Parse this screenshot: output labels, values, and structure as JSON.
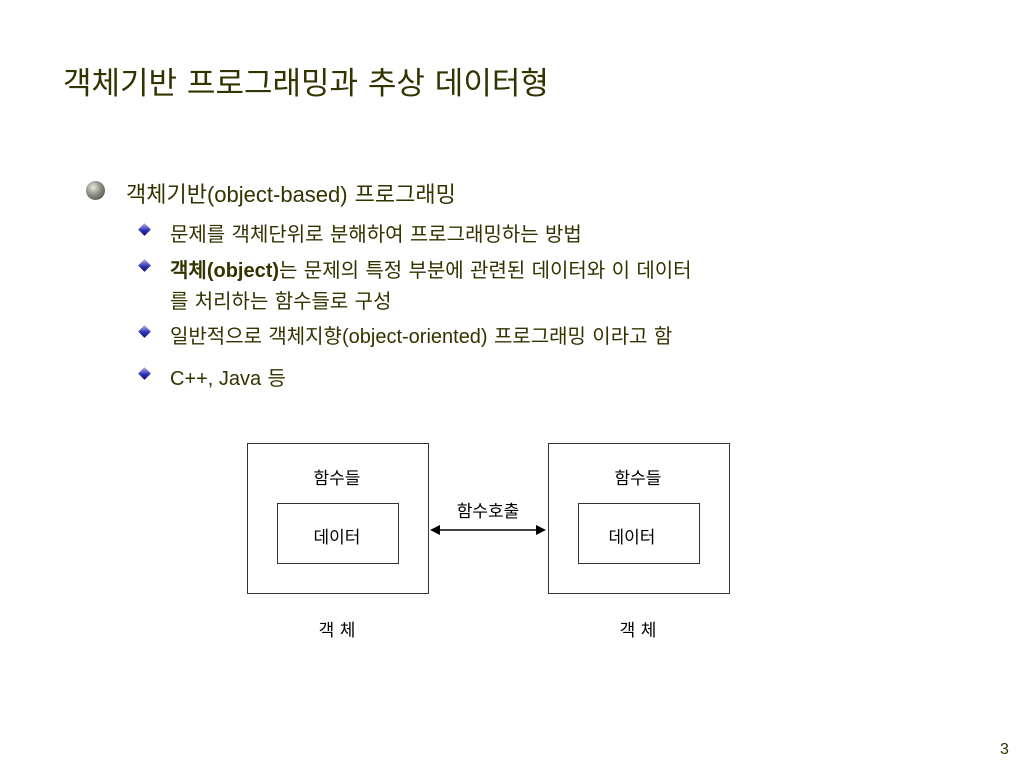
{
  "slide": {
    "title": "객체기반 프로그래밍과 추상 데이터형",
    "page_number": "3"
  },
  "bullet": {
    "text_ko": "객체기반",
    "text_en": "(object-based)",
    "text_tail": " 프로그래밍"
  },
  "sub_items": [
    {
      "text": "문제를 객체단위로 분해하여 프로그래밍하는 방법"
    },
    {
      "bold_ko": "객체",
      "bold_en": "(object)",
      "rest_line1": "는 문제의 특정 부분에 관련된 데이터와 이 데이터",
      "rest_line2": "를 처리하는 함수들로 구성"
    },
    {
      "pre": "일반적으로 객체지향",
      "en": "(object-oriented)",
      "post": " 프로그래밍 이라고 함"
    },
    {
      "en": "C++, Java",
      "post": " 등"
    }
  ],
  "diagram": {
    "left_object": {
      "functions_label": "함수들",
      "data_label": "데이터",
      "caption": "객 체"
    },
    "right_object": {
      "functions_label": "함수들",
      "data_label": "데이터",
      "caption": "객 체"
    },
    "call_label": "함수호출"
  }
}
